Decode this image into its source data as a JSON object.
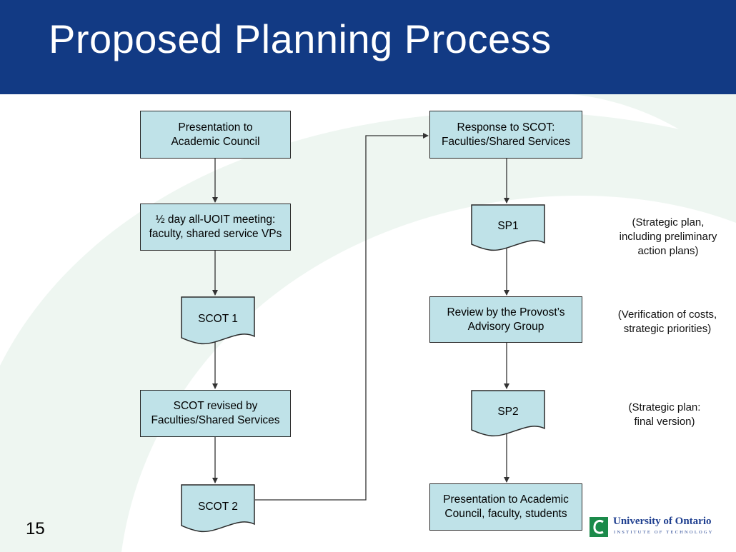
{
  "slide": {
    "title": "Proposed Planning Process",
    "page_number": "15"
  },
  "colors": {
    "header": "#123a84",
    "box_fill": "#bfe2e8",
    "background_swoosh": "#e8f3ee",
    "logo": "#1f3f8f"
  },
  "flow_left": {
    "step1": "Presentation to\nAcademic Council",
    "step2": "½ day all-UOIT meeting:\nfaculty, shared service VPs",
    "doc1": "SCOT 1",
    "step3": "SCOT revised by\nFaculties/Shared Services",
    "doc2": "SCOT 2"
  },
  "flow_right": {
    "step1": "Response to SCOT:\nFaculties/Shared Services",
    "doc1": "SP1",
    "step2": "Review  by the Provost’s\nAdvisory Group",
    "doc2": "SP2",
    "step3": "Presentation to Academic\nCouncil, faculty, students"
  },
  "notes": {
    "sp1": "(Strategic plan,\nincluding preliminary\naction plans)",
    "review": "(Verification of costs,\nstrategic priorities)",
    "sp2": "(Strategic plan:\nfinal version)"
  },
  "logo": {
    "name": "University of Ontario",
    "subtitle": "INSTITUTE OF TECHNOLOGY",
    "icon": "uoit-shield-icon"
  }
}
